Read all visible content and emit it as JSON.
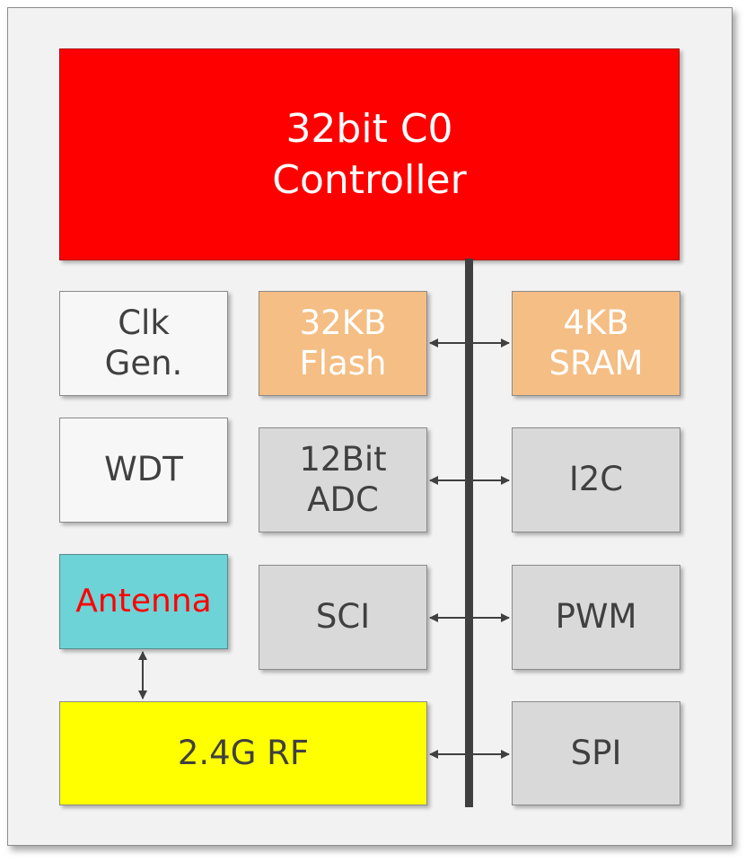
{
  "controller": {
    "label": "32bit C0\nController"
  },
  "blocks": {
    "clk": "Clk\nGen.",
    "wdt": "WDT",
    "antenna": "Antenna",
    "rf": "2.4G RF",
    "flash": "32KB\nFlash",
    "sram": "4KB\nSRAM",
    "adc": "12Bit\nADC",
    "i2c": "I2C",
    "sci": "SCI",
    "pwm": "PWM",
    "spi": "SPI"
  },
  "colors": {
    "controller": "#ff0000",
    "memory": "#f4be85",
    "peripheral": "#d9d9d9",
    "antenna": "#6dd3d6",
    "antenna_text": "#ff0000",
    "rf": "#ffff00",
    "bus": "#3f3f3f"
  }
}
